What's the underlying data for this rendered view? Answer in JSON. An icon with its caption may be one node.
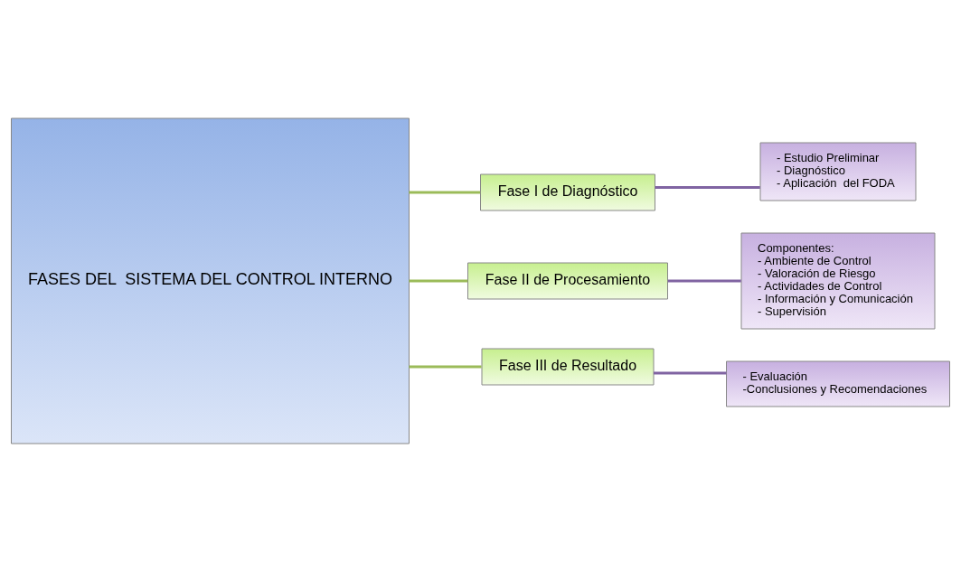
{
  "diagram": {
    "nodes": [
      {
        "text": [
          "FASES DEL  SISTEMA DEL CONTROL INTERNO"
        ]
      },
      {
        "text": [
          "Fase I de Diagnóstico"
        ]
      },
      {
        "text": [
          "Fase II de Procesamiento"
        ]
      },
      {
        "text": [
          "Fase III de Resultado"
        ]
      },
      {
        "text": [
          "- Estudio Preliminar",
          "- Diagnóstico",
          "- Aplicación  del FODA"
        ]
      },
      {
        "text": [
          "Componentes:",
          "- Ambiente de Control",
          "- Valoración de Riesgo",
          "- Actividades de Control",
          "- Información y Comunicación",
          "- Supervisión"
        ]
      },
      {
        "text": [
          "- Evaluación",
          "-Conclusiones y Recomendaciones"
        ]
      }
    ],
    "edges": [
      {
        "from": 0,
        "to": 1,
        "arrow": "none",
        "color": "#9bbb59"
      },
      {
        "from": 0,
        "to": 2,
        "arrow": "none",
        "color": "#9bbb59"
      },
      {
        "from": 0,
        "to": 3,
        "arrow": "none",
        "color": "#9bbb59"
      },
      {
        "from": 1,
        "to": 4,
        "arrow": "none",
        "color": "#8064a2"
      },
      {
        "from": 2,
        "to": 5,
        "arrow": "none",
        "color": "#8064a2"
      },
      {
        "from": 3,
        "to": 6,
        "arrow": "none",
        "color": "#8064a2"
      }
    ]
  }
}
